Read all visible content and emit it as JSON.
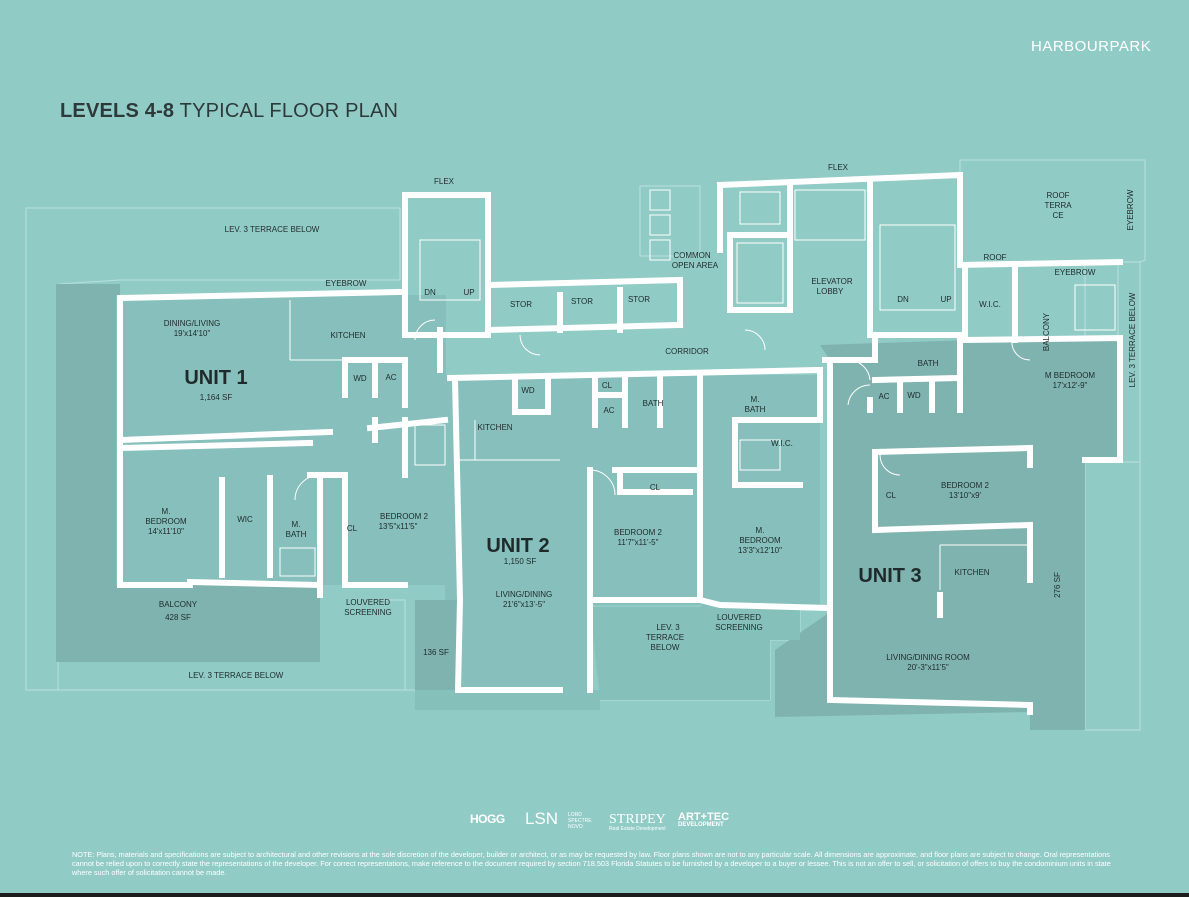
{
  "brand": "HARBOURPARK",
  "title": {
    "bold": "LEVELS 4-8",
    "rest": " TYPICAL FLOOR PLAN"
  },
  "units": {
    "unit1": {
      "name": "UNIT 1",
      "sf": "1,164 SF"
    },
    "unit2": {
      "name": "UNIT 2",
      "sf": "1,150 SF"
    },
    "unit3": {
      "name": "UNIT 3"
    }
  },
  "labels": {
    "flex_left": "FLEX",
    "flex_right": "FLEX",
    "lev3_terrace_top": "LEV. 3 TERRACE BELOW",
    "lev3_terrace_bottom": "LEV. 3 TERRACE BELOW",
    "lev3_terrace_right": "LEV. 3 TERRACE BELOW",
    "lev3_terrace_mid1": "LEV. 3",
    "lev3_terrace_mid2": "TERRACE",
    "lev3_terrace_mid3": "BELOW",
    "eyebrow_left": "EYEBROW",
    "eyebrow_right": "EYEBROW",
    "eyebrow_vertical": "EYEBROW",
    "roof": "ROOF",
    "roof_terrace1": "ROOF",
    "roof_terrace2": "TERRA",
    "roof_terrace3": "CE",
    "dn_left": "DN",
    "up_left": "UP",
    "dn_right": "DN",
    "up_right": "UP",
    "stor1": "STOR",
    "stor2": "STOR",
    "stor3": "STOR",
    "common1": "COMMON",
    "common2": "OPEN AREA",
    "elevator1": "ELEVATOR",
    "elevator2": "LOBBY",
    "corridor": "CORRIDOR",
    "u1_dining": "DINING/LIVING",
    "u1_dining_dim": "19'x14'10\"",
    "u1_kitchen": "KITCHEN",
    "u1_wd": "WD",
    "u1_ac": "AC",
    "u1_mbed1": "M.",
    "u1_mbed2": "BEDROOM",
    "u1_mbed_dim": "14'x11'10\"",
    "u1_wic": "WIC",
    "u1_mbath1": "M.",
    "u1_mbath2": "BATH",
    "u1_cl": "CL",
    "u1_bed2": "BEDROOM 2",
    "u1_bed2_dim": "13'5\"x11'5\"",
    "u1_balcony": "BALCONY",
    "u1_balcony_sf": "428 SF",
    "louvered1_a": "LOUVERED",
    "louvered1_b": "SCREENING",
    "u2_wd": "WD",
    "u2_cl": "CL",
    "u2_ac": "AC",
    "u2_bath": "BATH",
    "u2_mbath1": "M.",
    "u2_mbath2": "BATH",
    "u2_kitchen": "KITCHEN",
    "u2_wic": "W.I.C.",
    "u2_cl2": "CL",
    "u2_bed2": "BEDROOM 2",
    "u2_bed2_dim": "11'7\"x11'-5\"",
    "u2_mbed1": "M.",
    "u2_mbed2": "BEDROOM",
    "u2_mbed_dim": "13'3\"x12'10\"",
    "u2_living": "LIVING/DINING",
    "u2_living_dim": "21'6\"x13'-5\"",
    "u2_136": "136 SF",
    "louvered2_a": "LOUVERED",
    "louvered2_b": "SCREENING",
    "u3_wic": "W.I.C.",
    "u3_balcony": "BALCONY",
    "u3_mbed": "M BEDROOM",
    "u3_mbed_dim": "17'x12'-9\"",
    "u3_bath": "BATH",
    "u3_ac": "AC",
    "u3_wd": "WD",
    "u3_cl": "CL",
    "u3_bed2": "BEDROOM 2",
    "u3_bed2_dim": "13'10\"x9'",
    "u3_kitchen": "KITCHEN",
    "u3_276": "276 SF",
    "u3_living": "LIVING/DINING ROOM",
    "u3_living_dim": "20'-3\"x11'5\""
  },
  "logos": {
    "hogg": "HOGG",
    "lsn": "LSN",
    "lsn_sub": "LORD SPECTRE NOVO",
    "stripey": "STRIPEY",
    "stripey_sub": "Real Estate Development",
    "arttec1": "ART+TEC",
    "arttec2": "DEVELOPMENT"
  },
  "note": "NOTE: Plans, materials and specifications are subject to architectural and other revisions at the sole discretion of the developer, builder or architect, or as may be requested by law. Floor plans shown are not to any particular scale. All dimensions are approximate, and floor plans are subject to change. Oral representations cannot be relied upon to correctly state the representations of the developer. For correct representations, make reference to the document required by section 718.503 Florida Statutes to be furnished by a developer to a buyer or lessee. This is not an offer to sell, or solicitation of offers to buy the condominium units in state where such offer of solicitation cannot be made.",
  "colors": {
    "background": "#91cbc6",
    "unit_fill": "#7fb3af",
    "terrace_fill": "#86c0bb",
    "wall": "#ffffff",
    "title": "#2e3a3a"
  }
}
